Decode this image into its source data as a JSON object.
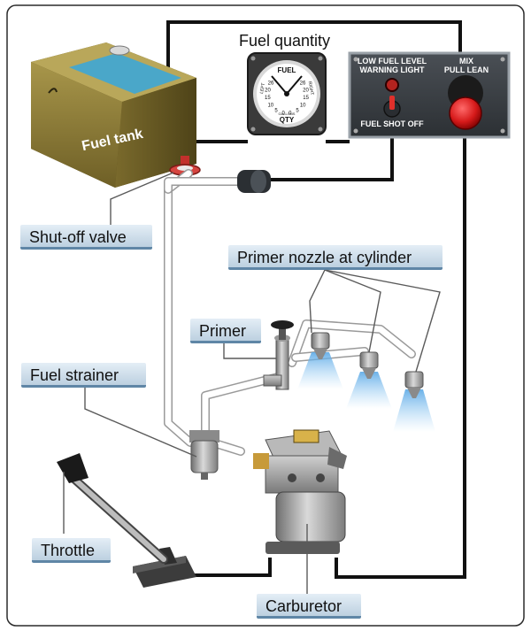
{
  "labels": {
    "fuel_tank": "Fuel tank",
    "fuel_quantity": "Fuel quantity",
    "shutoff_valve": "Shut-off valve",
    "primer_nozzle": "Primer nozzle at cylinder",
    "primer": "Primer",
    "fuel_strainer": "Fuel strainer",
    "throttle": "Throttle",
    "carburetor": "Carburetor"
  },
  "gauge": {
    "title": "FUEL",
    "left": "LEFT",
    "right": "RIGHT",
    "unit": "GALLONS",
    "qty": "QTY",
    "ticks_left": [
      "0",
      "5",
      "10",
      "15",
      "20",
      "26"
    ],
    "ticks_right": [
      "0",
      "5",
      "10",
      "15",
      "20",
      "26"
    ]
  },
  "panel": {
    "low_fuel_line1": "LOW FUEL LEVEL",
    "low_fuel_line2": "WARNING LIGHT",
    "fuel_shutoff": "FUEL SHOT OFF",
    "mix_line1": "MIX",
    "mix_line2": "PULL LEAN"
  },
  "colors": {
    "label_bg": "#c6d7e6",
    "label_border": "#5f86a6",
    "tank": "#8a7a3a",
    "fuel": "#4aa7c9",
    "knob_red": "#d61a1a"
  }
}
